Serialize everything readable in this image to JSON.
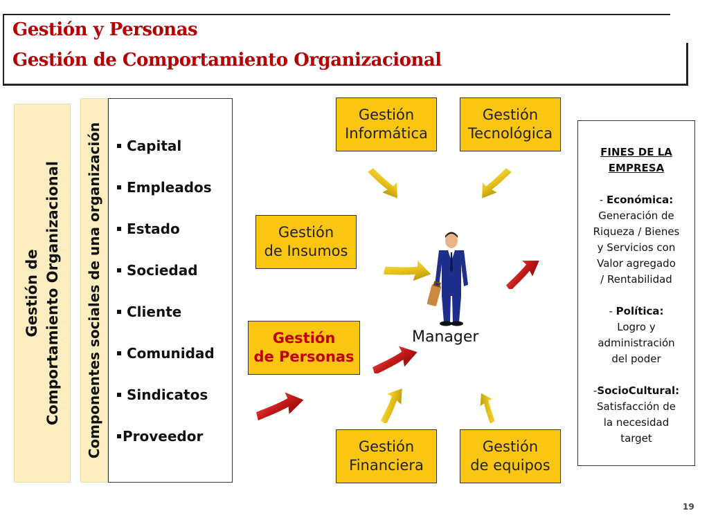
{
  "title": {
    "line1": "Gestión y Personas",
    "line2": "Gestión de Comportamiento Organizacional"
  },
  "vertical_left": {
    "line1": "Gestión de",
    "line2": "Comportamiento Organizacional"
  },
  "vertical_components": "Componentes sociales de una organización",
  "components": [
    "Capital",
    "Empleados",
    "Estado",
    "Sociedad",
    "Cliente",
    "Comunidad",
    "Sindicatos",
    "Proveedor"
  ],
  "boxes": {
    "informatica": [
      "Gestión",
      "Informática"
    ],
    "tecnologica": [
      "Gestión",
      "Tecnológica"
    ],
    "insumos": [
      "Gestión",
      "de Insumos"
    ],
    "personas": [
      "Gestión",
      "de Personas"
    ],
    "financiera": [
      "Gestión",
      "Financiera"
    ],
    "equipos": [
      "Gestión",
      "de equipos"
    ]
  },
  "manager_label": "Manager",
  "fines": {
    "heading_line1": "FINES DE LA",
    "heading_line2": "EMPRESA",
    "economica_prefix": "- ",
    "economica_label": "Económica:",
    "economica_lines": [
      "Generación de",
      "Riqueza / Bienes",
      "y Servicios con",
      "Valor agregado",
      "/ Rentabilidad"
    ],
    "politica_prefix": "- ",
    "politica_label": "Política:",
    "politica_lines": [
      "Logro y",
      "administración",
      "del poder"
    ],
    "socio_prefix": "-",
    "socio_label": "SocioCultural:",
    "socio_lines": [
      "Satisfacción de",
      "la necesidad",
      "target"
    ]
  },
  "page_number": "19",
  "colors": {
    "title_red": "#b30000",
    "box_yellow": "#fbc611",
    "bar_cream": "#fdeec2",
    "highlight_red": "#c00000",
    "arrow_gold": "#e8c21a",
    "arrow_red": "#c41a1a"
  }
}
